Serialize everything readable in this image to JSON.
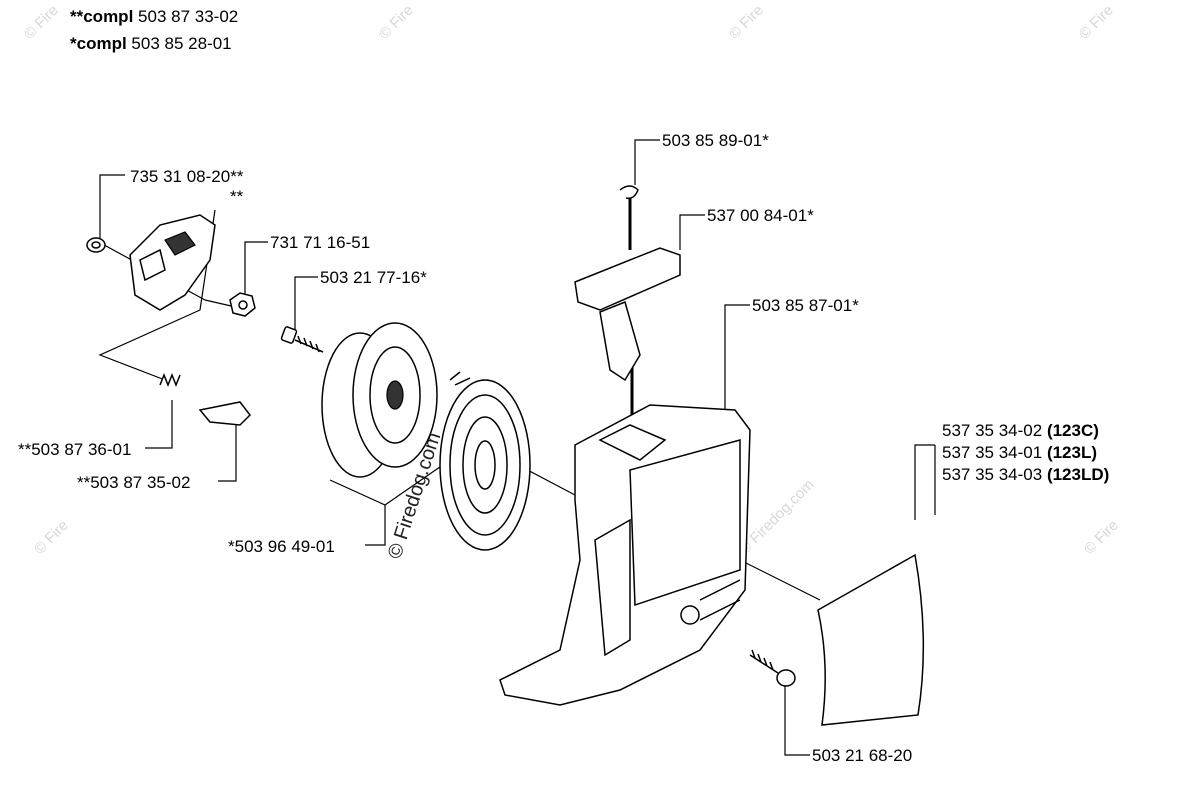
{
  "header": {
    "line1": {
      "prefix": "**compl",
      "number": "503 87 33-02"
    },
    "line2": {
      "prefix": "*compl",
      "number": "503 85 28-01"
    }
  },
  "labels": {
    "rope_eye": "503 85 89-01*",
    "handle": "537 00 84-01*",
    "starter_housing": "503 85 87-01*",
    "washer": "735 31 08-20**",
    "pawl_cover_mark": "**",
    "nut": "731 71 16-51",
    "center_screw": "503 21 77-16*",
    "pawl_spring": "**503 87 36-01",
    "pawl": "**503 87 35-02",
    "pulley_spring": "*503 96 49-01",
    "housing_screw": "503 21 68-20",
    "decal_123c": {
      "number": "537 35 34-02",
      "model": "(123C)"
    },
    "decal_123l": {
      "number": "537 35 34-01",
      "model": "(123L)"
    },
    "decal_123ld": {
      "number": "537 35 34-03",
      "model": "(123LD)"
    }
  },
  "watermark": {
    "text": "© Firedog.com",
    "short": "© Fire"
  }
}
